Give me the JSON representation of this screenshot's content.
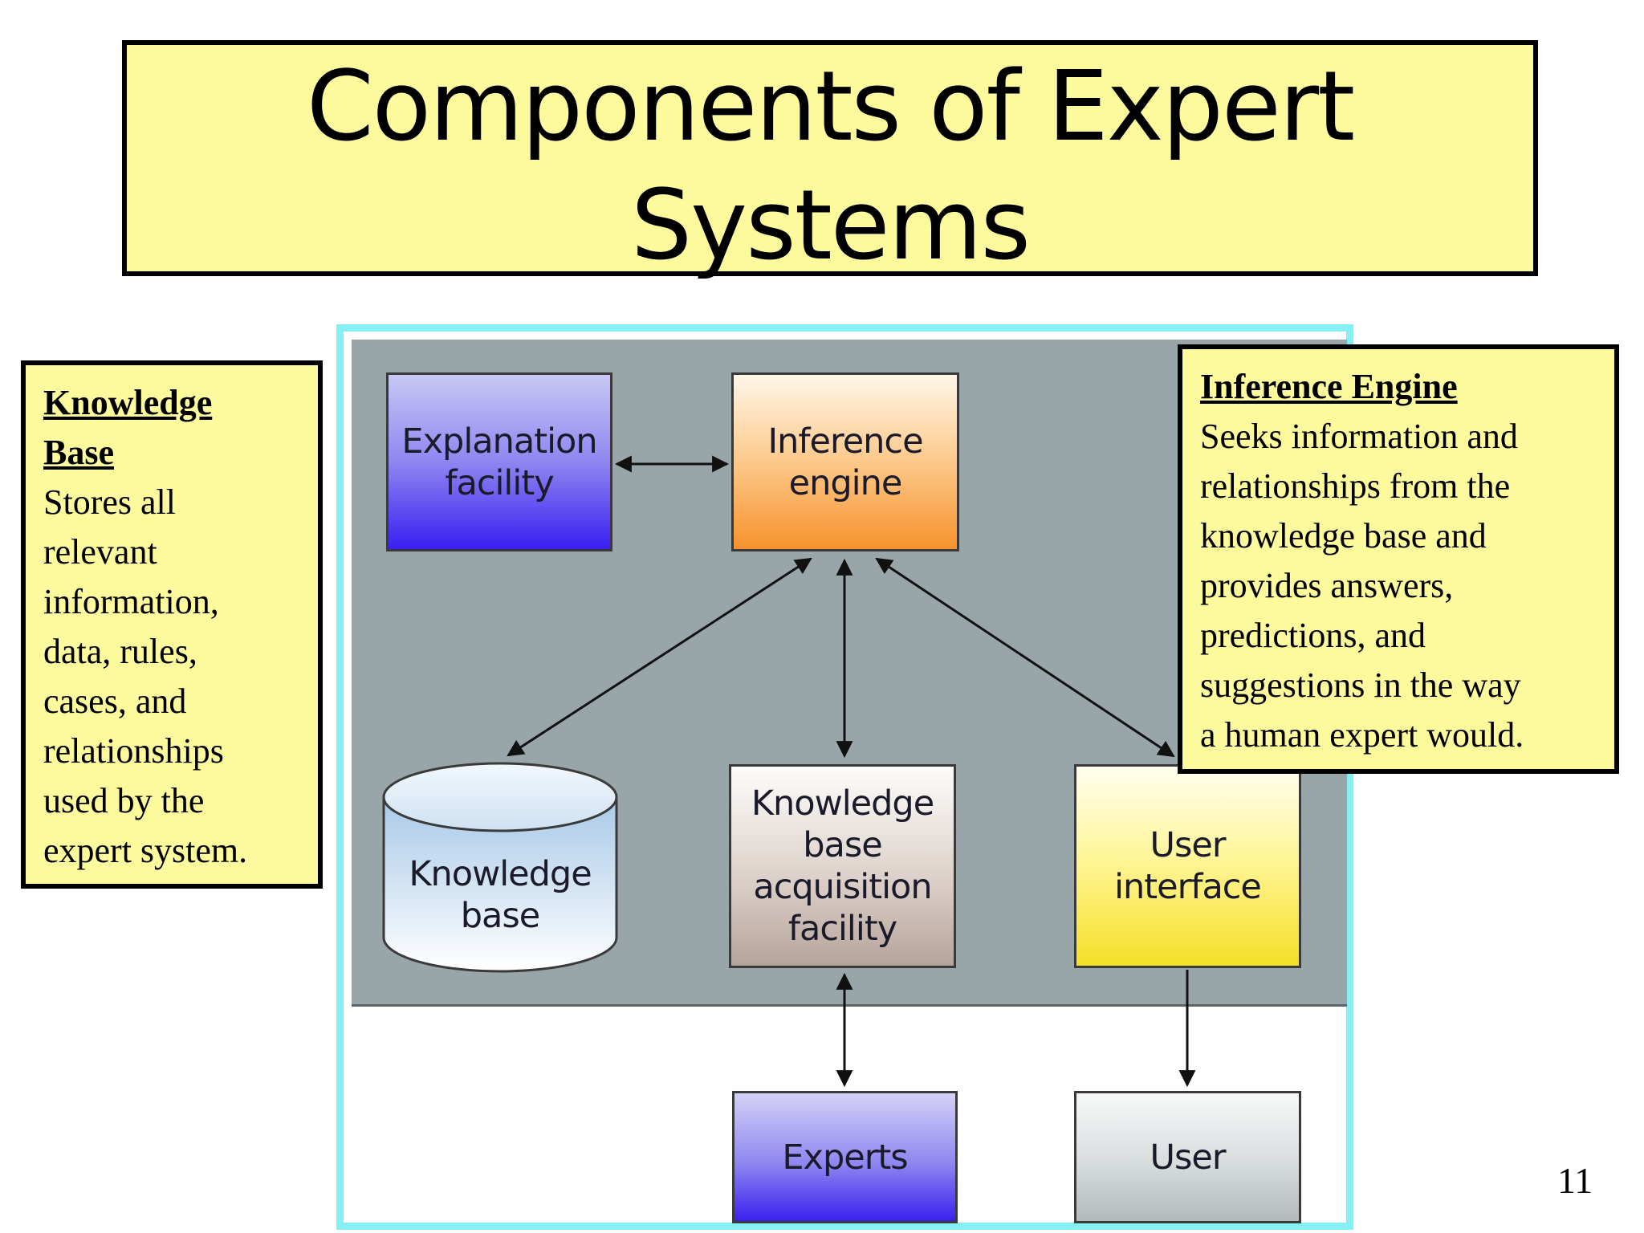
{
  "title": {
    "line1": "Components of Expert",
    "line2": "Systems"
  },
  "diagram": {
    "nodes": {
      "explanation_facility": [
        "Explanation",
        "facility"
      ],
      "inference_engine": [
        "Inference",
        "engine"
      ],
      "knowledge_base": [
        "Knowledge",
        "base"
      ],
      "kb_acquisition_facility": [
        "Knowledge",
        "base",
        "acquisition",
        "facility"
      ],
      "user_interface": [
        "User",
        "interface"
      ],
      "experts": "Experts",
      "user": "User"
    }
  },
  "notes": {
    "knowledge_base": {
      "heading": [
        "Knowledge",
        "Base"
      ],
      "body": [
        "Stores all",
        "relevant",
        "information,",
        "data, rules,",
        "cases, and",
        "relationships",
        "used by the",
        "expert system."
      ]
    },
    "inference_engine": {
      "heading": "Inference Engine",
      "body": [
        "Seeks information and",
        "relationships from the",
        "knowledge base and",
        "provides answers,",
        "predictions, and",
        "suggestions in the way",
        "a human expert would."
      ]
    }
  },
  "page_number": "11"
}
